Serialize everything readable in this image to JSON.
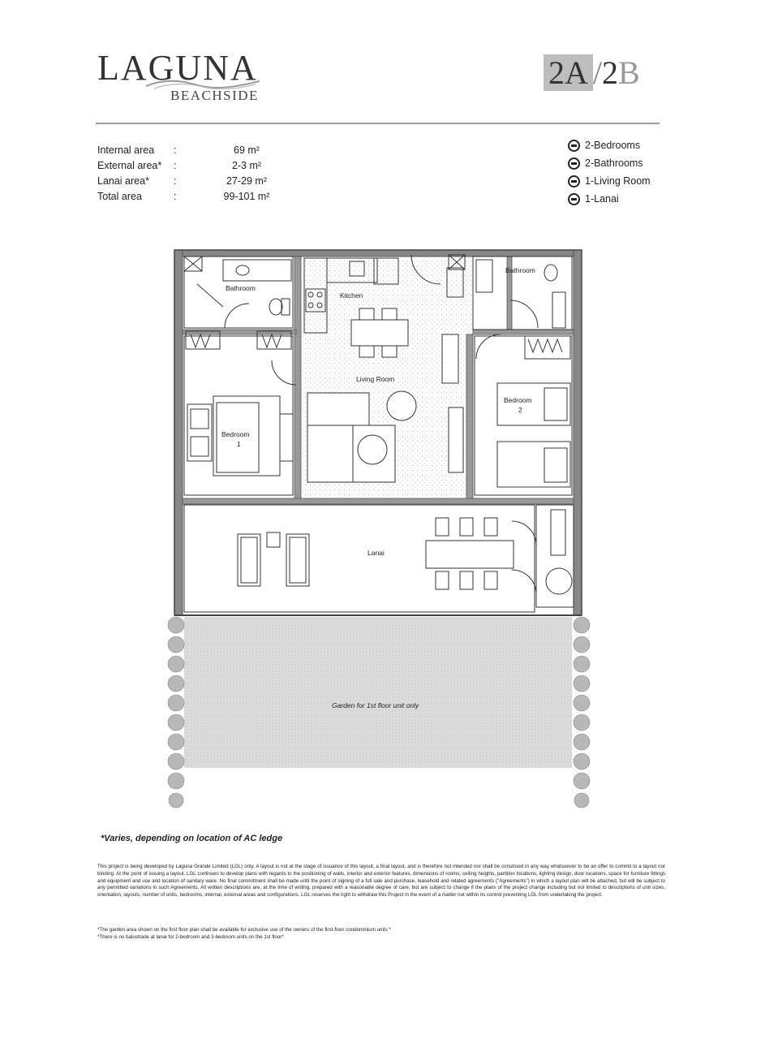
{
  "header": {
    "logo_main": "LAGUNA",
    "logo_sub": "BEACHSIDE",
    "unit_a": "2A",
    "unit_sep": "/",
    "unit_b_num": "2",
    "unit_b_letter": "B"
  },
  "areas": [
    {
      "label": "Internal area",
      "colon": ":",
      "value": "69 m²"
    },
    {
      "label": "External area*",
      "colon": ":",
      "value": "2-3 m²"
    },
    {
      "label": "Lanai area*",
      "colon": ":",
      "value": "27-29 m²"
    },
    {
      "label": "Total area",
      "colon": ":",
      "value": "99-101 m²"
    }
  ],
  "features": [
    {
      "icon": "bed-icon",
      "label": "2-Bedrooms"
    },
    {
      "icon": "bath-icon",
      "label": "2-Bathrooms"
    },
    {
      "icon": "sofa-icon",
      "label": "1-Living Room"
    },
    {
      "icon": "lanai-icon",
      "label": "1-Lanai"
    }
  ],
  "plan": {
    "rooms": {
      "bathroom_left": "Bathroom",
      "bathroom_right": "Bathroom",
      "kitchen": "Kitchen",
      "living_room": "Living Room",
      "bedroom1_a": "Bedroom",
      "bedroom1_b": "1",
      "bedroom2_a": "Bedroom",
      "bedroom2_b": "2",
      "lanai": "Lanai"
    },
    "garden_label": "Garden for 1st floor unit only"
  },
  "notes": {
    "footnote": "*Varies, depending on location of AC ledge",
    "disclaimer": "This project is being developed by Laguna Grande Limited (LGL) only. A layout is not at the stage of issuance of this layout, a final layout, and is therefore not intended nor shall be construed in any way whatsoever to be an offer to commit to a layout nor binding. At the point of issuing a layout, LGL continues to develop plans with regards to the positioning of walls, interior and exterior features, dimensions of rooms, ceiling heights, partition locations, lighting design, door locations, space for furniture fittings and equipment and use and location of sanitary ware. No final commitment shall be made until the point of signing of a full sale and purchase, leasehold and related agreements (\"Agreements\") in which a layout plan will be attached, but will be subject to any permitted variations in such Agreements. All written descriptions are, at the time of writing, prepared with a reasonable degree of care, but are subject to change if the plans of the project change including but not limited to descriptions of unit sizes, orientation, layouts, number of units, bedrooms, internal, external areas and configurations. LGL reserves the right to withdraw this Project in the event of a matter not within its control preventing LGL from undertaking the project.",
    "note1": "*The garden area shown on the first floor plan shall be available for exclusive use of the owners of the first-floor condominium units *",
    "note2": "*There is no balustrade at lanai for 2-bedroom and 3-bedroom units on the 1st floor*"
  }
}
